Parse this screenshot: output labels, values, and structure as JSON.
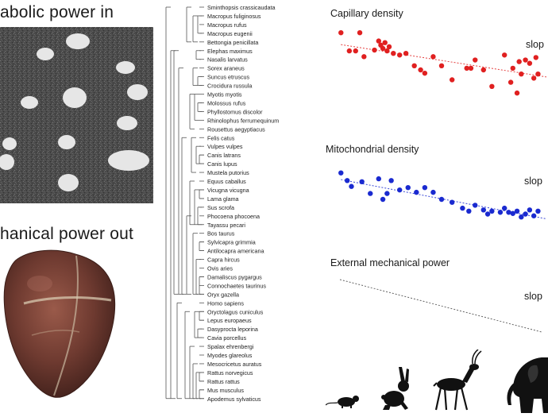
{
  "left": {
    "top_caption": "abolic power in",
    "bottom_caption": "hanical power out"
  },
  "species": [
    "Sminthopsis crassicaudata",
    "Macropus fuliginosus",
    "Macropus rufus",
    "Macropus eugenii",
    "Bettongia penicillata",
    "Elephas maximus",
    "Nasalis larvatus",
    "Sorex araneus",
    "Suncus etruscus",
    "Crocidura russula",
    "Myotis myotis",
    "Molossus rufus",
    "Phyllostomus discolor",
    "Rhinolophus ferrumequinum",
    "Rousettus aegyptiacus",
    "Felis catus",
    "Vulpes vulpes",
    "Canis latrans",
    "Canis lupus",
    "Mustela putorius",
    "Equus caballus",
    "Vicugna vicugna",
    "Lama glama",
    "Sus scrofa",
    "Phocoena phocoena",
    "Tayassu pecari",
    "Bos taurus",
    "Sylvicapra grimmia",
    "Antilocapra americana",
    "Capra hircus",
    "Ovis aries",
    "Damaliscus pygargus",
    "Connochaetes taurinus",
    "Oryx gazella",
    "Homo sapiens",
    "Oryctolagus cuniculus",
    "Lepus europaeus",
    "Dasyprocta leporina",
    "Cavia porcellus",
    "Spalax ehrenbergi",
    "Myodes glareolus",
    "Mesocricetus auratus",
    "Rattus norvegicus",
    "Rattus rattus",
    "Mus musculus",
    "Apodemus sylvaticus"
  ],
  "panels": [
    {
      "title": "Capillary density",
      "slope": "slop",
      "color": "#e02020",
      "marker": "dot"
    },
    {
      "title": "Mitochondrial density",
      "slope": "slop",
      "color": "#1a2ad0",
      "marker": "dot"
    },
    {
      "title": "External mechanical power",
      "slope": "slop",
      "color": "#666666",
      "marker": "none"
    }
  ],
  "chart_data": [
    {
      "type": "scatter",
      "title": "Capillary density",
      "x": [
        0.02,
        0.06,
        0.09,
        0.11,
        0.13,
        0.18,
        0.2,
        0.21,
        0.22,
        0.23,
        0.24,
        0.25,
        0.27,
        0.3,
        0.33,
        0.37,
        0.4,
        0.42,
        0.46,
        0.5,
        0.55,
        0.62,
        0.64,
        0.66,
        0.7,
        0.74,
        0.8,
        0.83,
        0.84,
        0.86,
        0.87,
        0.88,
        0.9,
        0.92,
        0.94,
        0.95,
        0.96
      ],
      "y": [
        0.95,
        0.73,
        0.73,
        0.95,
        0.66,
        0.74,
        0.85,
        0.8,
        0.76,
        0.83,
        0.73,
        0.78,
        0.7,
        0.68,
        0.7,
        0.55,
        0.5,
        0.46,
        0.66,
        0.55,
        0.38,
        0.52,
        0.52,
        0.62,
        0.5,
        0.3,
        0.68,
        0.35,
        0.52,
        0.22,
        0.6,
        0.45,
        0.62,
        0.58,
        0.4,
        0.65,
        0.45
      ]
    },
    {
      "type": "scatter",
      "title": "Mitochondrial density",
      "x": [
        0.02,
        0.05,
        0.07,
        0.12,
        0.16,
        0.2,
        0.22,
        0.24,
        0.26,
        0.3,
        0.34,
        0.38,
        0.42,
        0.46,
        0.5,
        0.55,
        0.6,
        0.63,
        0.66,
        0.7,
        0.72,
        0.74,
        0.78,
        0.8,
        0.82,
        0.84,
        0.86,
        0.88,
        0.9,
        0.92,
        0.94,
        0.96
      ],
      "y": [
        0.95,
        0.82,
        0.72,
        0.8,
        0.6,
        0.85,
        0.5,
        0.6,
        0.82,
        0.66,
        0.7,
        0.62,
        0.7,
        0.62,
        0.5,
        0.45,
        0.35,
        0.3,
        0.4,
        0.32,
        0.25,
        0.3,
        0.28,
        0.35,
        0.28,
        0.26,
        0.3,
        0.2,
        0.25,
        0.32,
        0.22,
        0.3
      ]
    }
  ]
}
